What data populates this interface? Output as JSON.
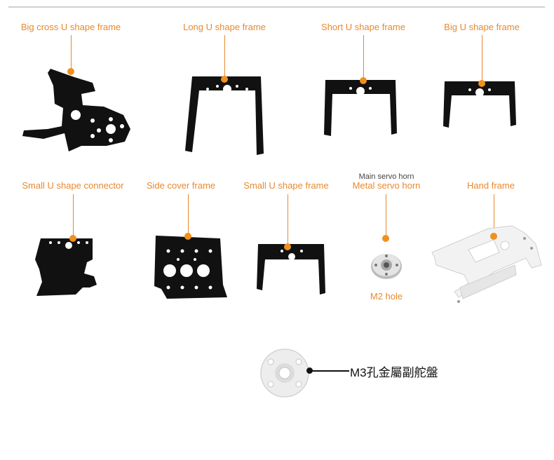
{
  "row1": [
    {
      "label": "Big cross U shape frame",
      "icon": "big-cross-u-frame"
    },
    {
      "label": "Long U shape frame",
      "icon": "long-u-frame"
    },
    {
      "label": "Short U shape frame",
      "icon": "short-u-frame"
    },
    {
      "label": "Big U shape frame",
      "icon": "big-u-frame"
    }
  ],
  "row2": [
    {
      "label": "Small U shape connector",
      "icon": "small-u-connector"
    },
    {
      "label": "Side cover frame",
      "icon": "side-cover-frame"
    },
    {
      "label": "Small U shape frame",
      "icon": "small-u-frame"
    },
    {
      "label": "Metal servo horn",
      "sublabel": "Main servo horn",
      "note": "M2 hole",
      "icon": "metal-servo-horn"
    },
    {
      "label": "Hand frame",
      "icon": "hand-frame"
    }
  ],
  "caption": "M3孔金屬副舵盤",
  "colors": {
    "accent": "#e8892e",
    "dot": "#f0901e",
    "part_black": "#111111",
    "part_white": "#f2f2f2"
  }
}
